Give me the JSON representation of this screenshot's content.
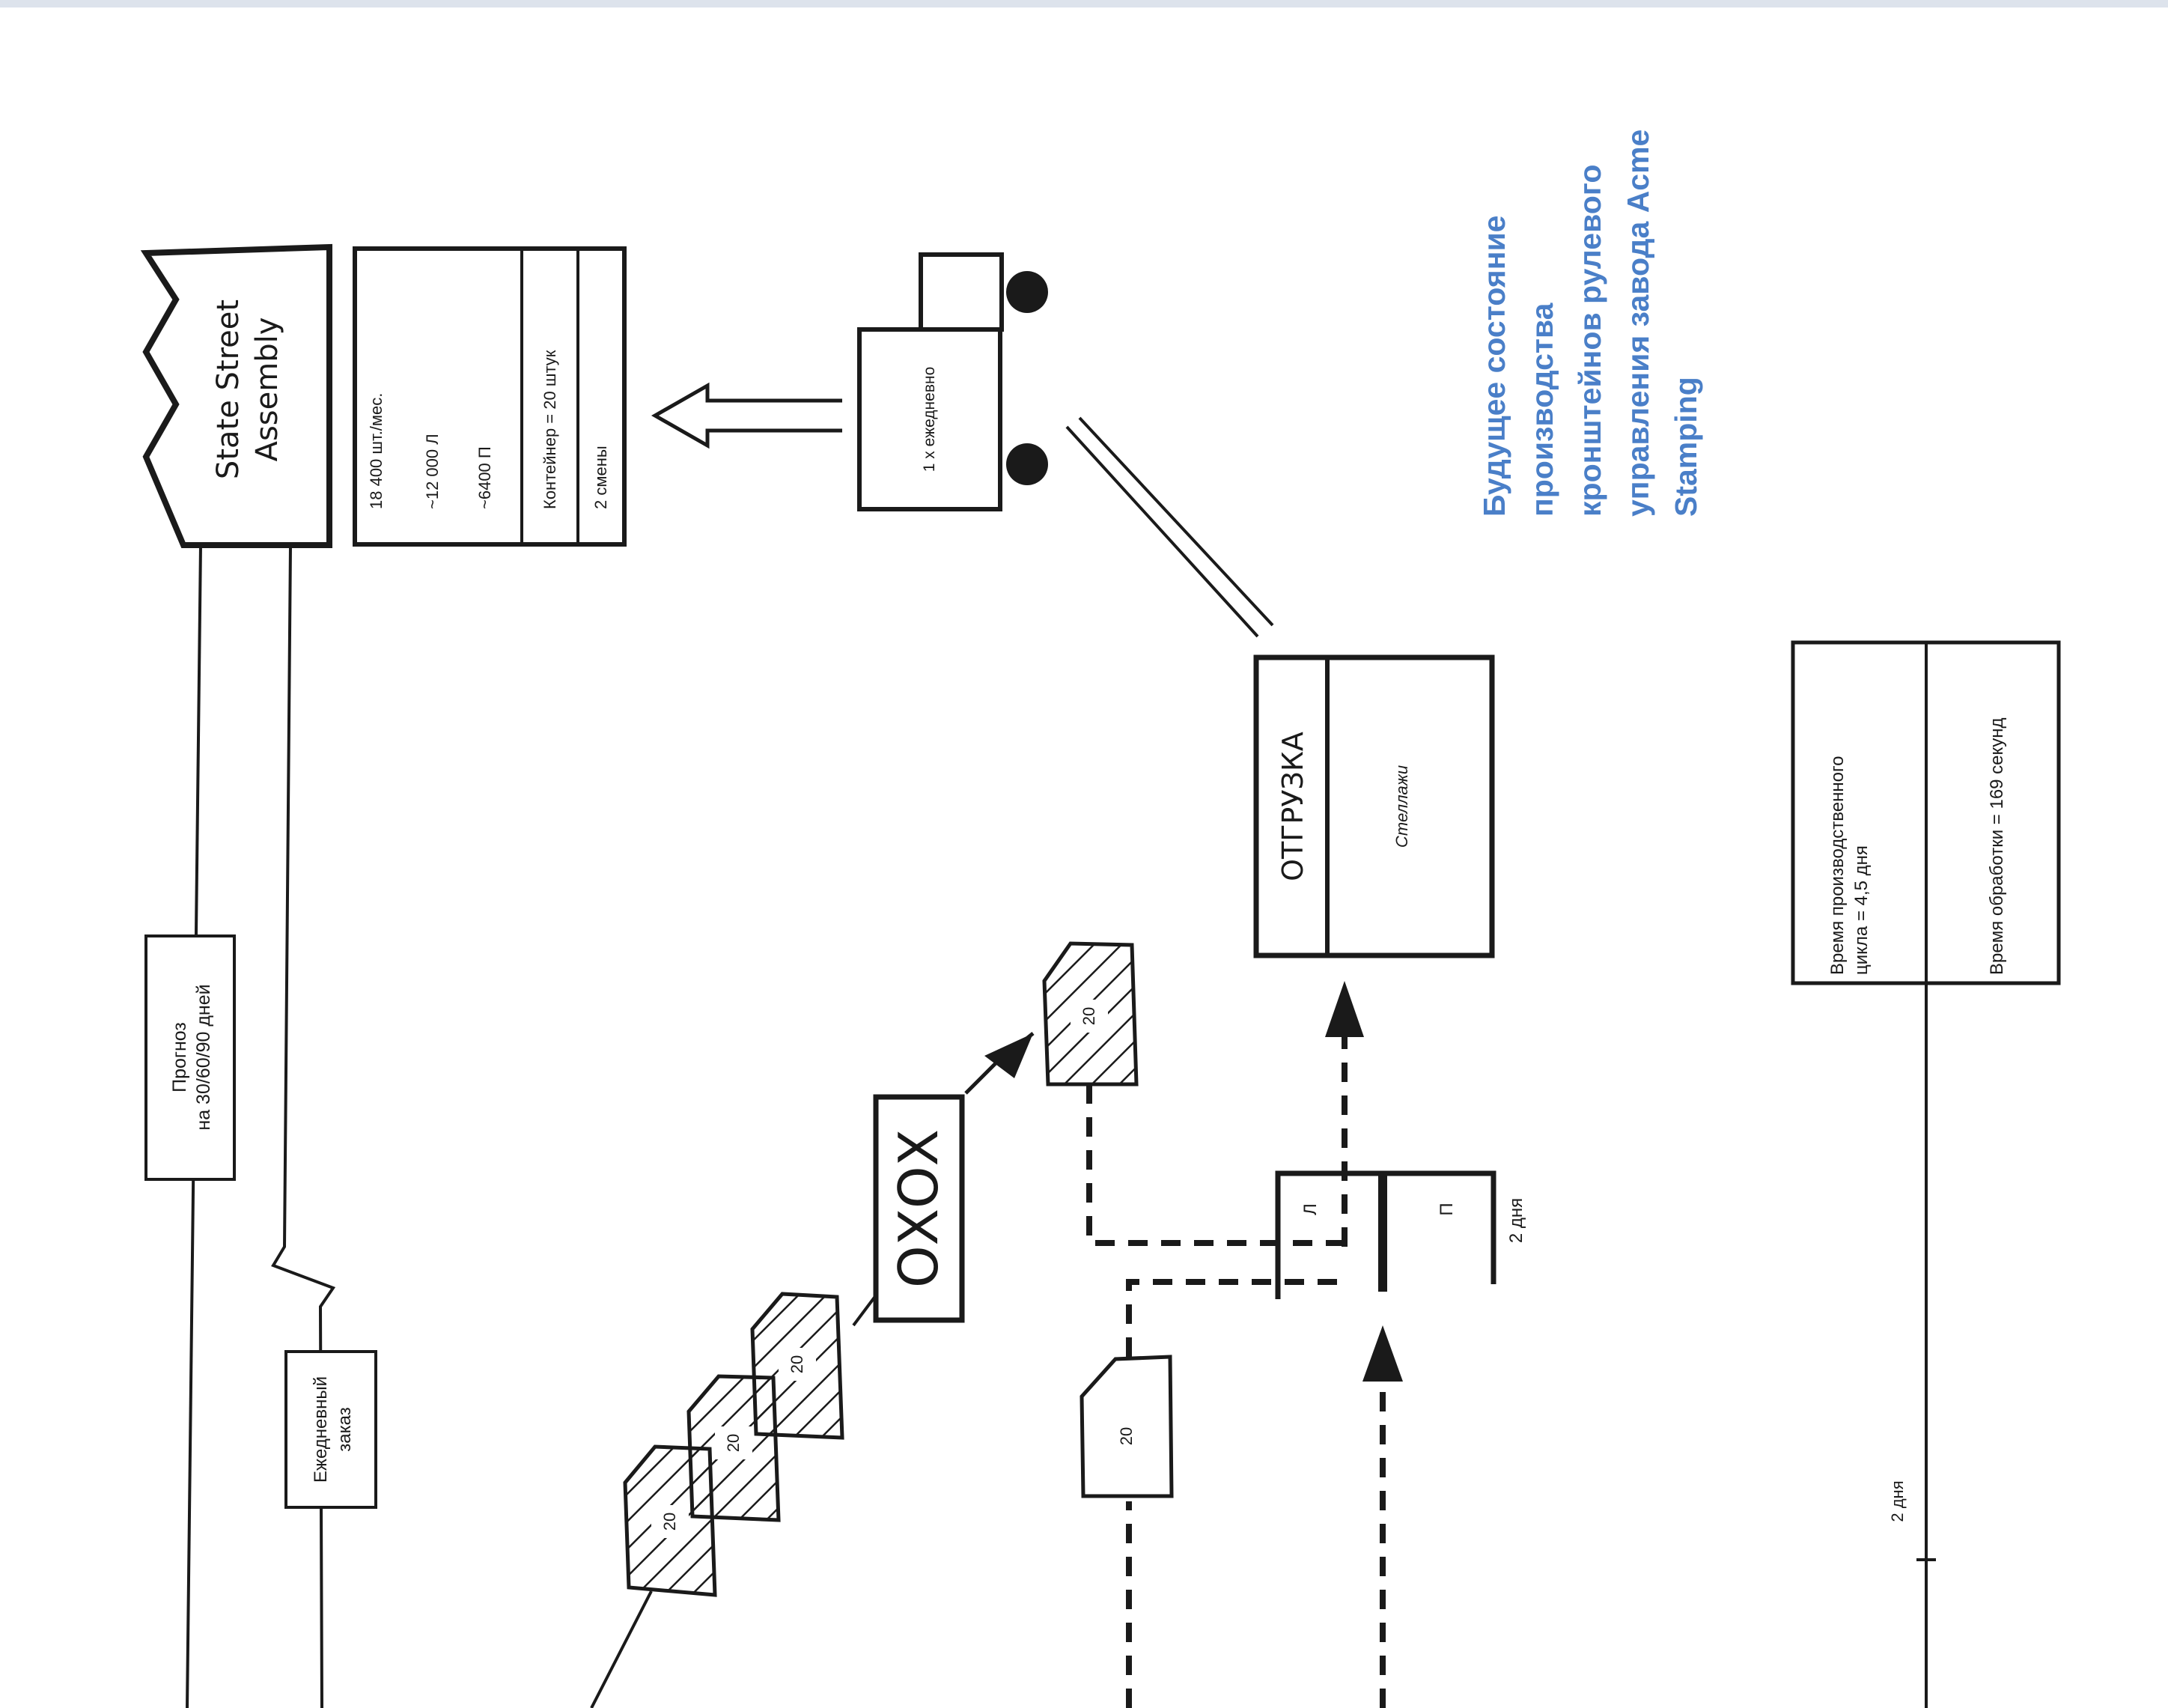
{
  "title": {
    "lines": [
      "Будущее состояние",
      "производства",
      "кронштейнов рулевого",
      "управления завода Acme",
      "Stamping"
    ],
    "color": "#4a7fc8"
  },
  "customer": {
    "name_lines": [
      "State Street",
      "Assembly"
    ],
    "data": {
      "monthly_demand": "18 400 шт./мес.",
      "left_qty": "~12 000 Л",
      "right_qty": "~6400 П",
      "container": "Контейнер = 20 штук",
      "shifts": "2 смены"
    }
  },
  "info_flow": {
    "forecast_lines": [
      "Прогноз",
      "на 30/60/90 дней"
    ],
    "daily_order_lines": [
      "Ежедневный",
      "заказ"
    ]
  },
  "shipment": {
    "truck_label": "1 х ежедневно"
  },
  "shipping": {
    "title": "ОТГРУЗКА",
    "subtitle": "Стеллажи"
  },
  "load_leveling": {
    "pattern": "ОХОХ"
  },
  "kanban": {
    "card_qty": "20"
  },
  "supermarket": {
    "left_label": "Л",
    "right_label": "П",
    "inventory": "2 дня"
  },
  "timeline": {
    "lead_time_lines": [
      "Время производственного",
      "цикла = 4,5 дня"
    ],
    "processing_time": "Время обработки = 169 секунд",
    "segment_days": "2 дня"
  },
  "colors": {
    "line": "#1a1a1a",
    "hatch": "#1a1a1a",
    "frame": "#dde3ec"
  }
}
